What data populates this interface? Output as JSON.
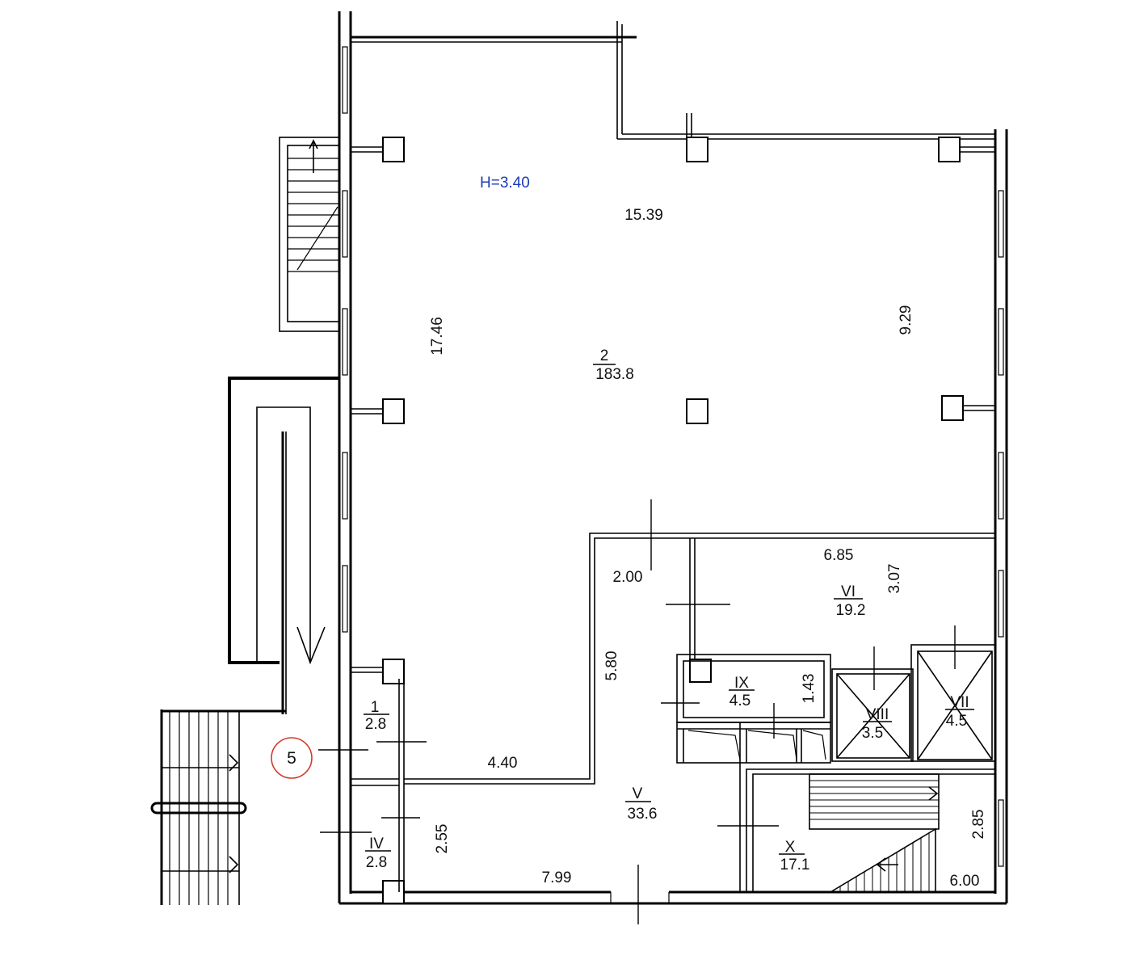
{
  "plan": {
    "ceiling_height": "H=3.40",
    "accent_color": "#1a3bb8",
    "marker_color": "#d23a2a",
    "section_marker": "5",
    "rooms": {
      "main": {
        "num": "2",
        "area": "183.8"
      },
      "r1": {
        "num": "1",
        "area": "2.8"
      },
      "r4": {
        "num": "IV",
        "area": "2.8"
      },
      "r5": {
        "num": "V",
        "area": "33.6"
      },
      "r6": {
        "num": "VI",
        "area": "19.2"
      },
      "r7": {
        "num": "VII",
        "area": "4.5"
      },
      "r8": {
        "num": "VIII",
        "area": "3.5"
      },
      "r9": {
        "num": "IX",
        "area": "4.5"
      },
      "r10": {
        "num": "X",
        "area": "17.1"
      }
    },
    "dimensions": {
      "d_15_39": "15.39",
      "d_17_46": "17.46",
      "d_9_29": "9.29",
      "d_6_85": "6.85",
      "d_3_07": "3.07",
      "d_2_00": "2.00",
      "d_5_80": "5.80",
      "d_1_43": "1.43",
      "d_4_40": "4.40",
      "d_2_55": "2.55",
      "d_7_99": "7.99",
      "d_2_85": "2.85",
      "d_6_00": "6.00"
    }
  }
}
